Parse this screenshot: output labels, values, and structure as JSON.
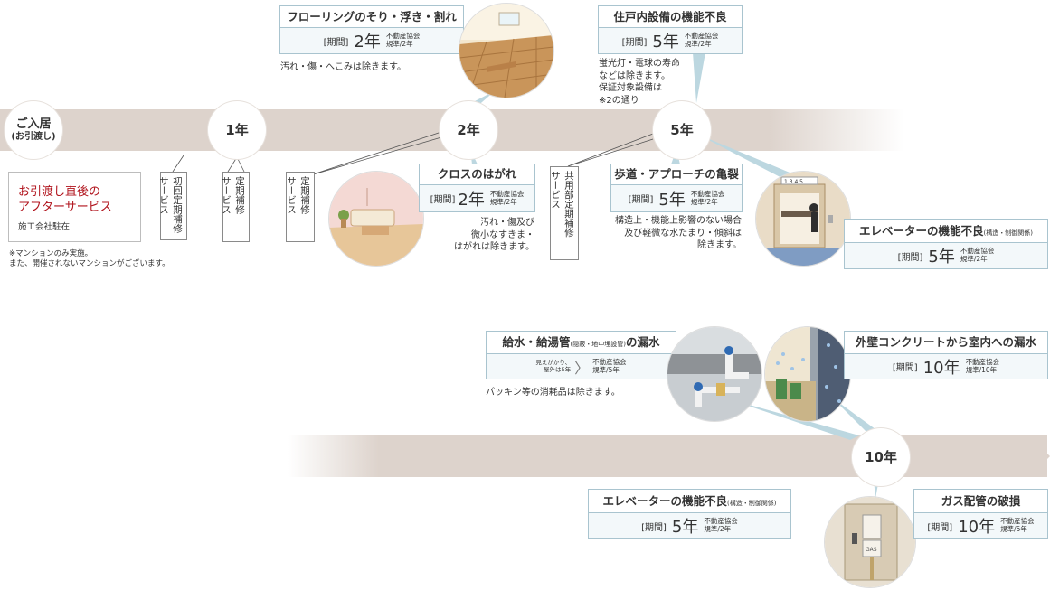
{
  "timeline": {
    "move_in": "ご入居",
    "move_in_sub": "(お引渡し)",
    "y1": "1年",
    "y2": "2年",
    "y5": "5年",
    "y10": "10年"
  },
  "after_service": {
    "title_line1": "お引渡し直後の",
    "title_line2": "アフターサービス",
    "sub": "施工会社駐在",
    "note_line1": "※マンションのみ実施。",
    "note_line2": "また、開催されないマンションがございます。"
  },
  "vertical_labels": {
    "initial": [
      "初回定期補修",
      "サービス"
    ],
    "periodic1": [
      "定期補修",
      "サービス"
    ],
    "periodic2": [
      "定期補修",
      "サービス"
    ],
    "common": [
      "共用部定期補修",
      "サービス"
    ]
  },
  "cards": {
    "flooring": {
      "title": "フローリングのそり・浮き・割れ",
      "label": "[期間]",
      "years": "2年",
      "std1": "不動産協会",
      "std2": "規準/2年",
      "note": "汚れ・傷・へこみは除きます。"
    },
    "equipment": {
      "title": "住戸内設備の機能不良",
      "label": "[期間]",
      "years": "5年",
      "std1": "不動産協会",
      "std2": "規準/2年",
      "note": [
        "蛍光灯・電球の寿命",
        "などは除きます。",
        "保証対象設備は",
        "※2の通り"
      ]
    },
    "cloth": {
      "title": "クロスのはがれ",
      "label": "[期間]",
      "years": "2年",
      "std1": "不動産協会",
      "std2": "規準/2年",
      "note": [
        "汚れ・傷及び",
        "微小なすきま・",
        "はがれは除きます。"
      ]
    },
    "walkway": {
      "title": "歩道・アプローチの亀裂",
      "label": "[期間]",
      "years": "5年",
      "std1": "不動産協会",
      "std2": "規準/2年",
      "note": [
        "構造上・機能上影響のない場合",
        "及び軽微な水たまり・傾斜は",
        "除きます。"
      ]
    },
    "elevator5": {
      "title": "エレベーターの機能不良",
      "title_small": "(構造・制御関係)",
      "label": "[期間]",
      "years": "5年",
      "std1": "不動産協会",
      "std2": "規準/2年"
    },
    "water_pipe": {
      "title": "給水・給湯管",
      "title_small": "(隠蔽・地中埋設管)",
      "title_end": "の漏水",
      "side1": "見えがかり、",
      "side2": "屋外は5年",
      "std1": "不動産協会",
      "std2": "規準/5年",
      "note": "パッキン等の消耗品は除きます。"
    },
    "exterior_wall": {
      "title": "外壁コンクリートから室内への漏水",
      "label": "[期間]",
      "years": "10年",
      "std1": "不動産協会",
      "std2": "規準/10年"
    },
    "elevator10": {
      "title": "エレベーターの機能不良",
      "title_small": "(構造・制御関係)",
      "label": "[期間]",
      "years": "5年",
      "std1": "不動産協会",
      "std2": "規準/2年"
    },
    "gas_pipe": {
      "title": "ガス配管の破損",
      "label": "[期間]",
      "years": "10年",
      "std1": "不動産協会",
      "std2": "規準/5年"
    }
  },
  "photo_text": {
    "elevator_floor": "1 3 4 5",
    "gas_label": "GAS"
  },
  "colors": {
    "band": "#ddd3cc",
    "card_border": "#a9c4cf",
    "card_bg": "#f3f8fa",
    "accent_red": "#b0121b",
    "connector": "#bcd7e0"
  }
}
